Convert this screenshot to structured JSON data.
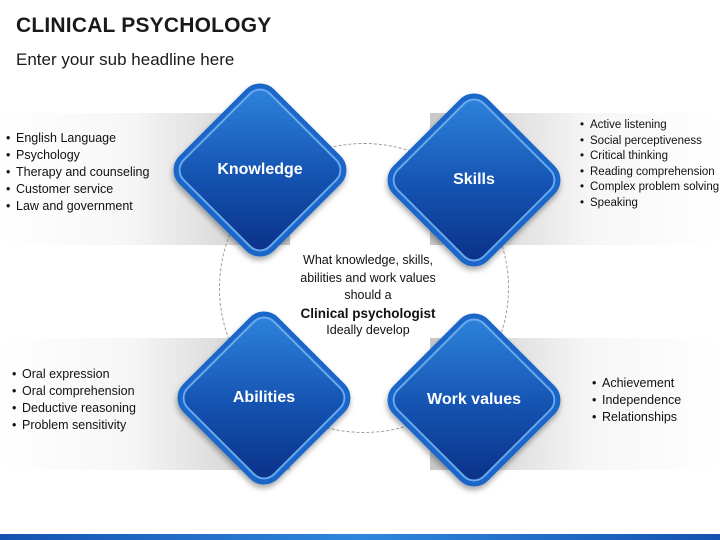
{
  "title": "CLINICAL PSYCHOLOGY",
  "subtitle": "Enter your sub headline here",
  "knowledge": {
    "label": "Knowledge",
    "items": [
      "English Language",
      "Psychology",
      "Therapy and counseling",
      "Customer service",
      "Law and government"
    ]
  },
  "skills": {
    "label": "Skills",
    "items": [
      "Active listening",
      "Social perceptiveness",
      "Critical thinking",
      "Reading comprehension",
      "Complex problem solving",
      "Speaking"
    ]
  },
  "abilities": {
    "label": "Abilities",
    "items": [
      "Oral expression",
      "Oral comprehension",
      "Deductive reasoning",
      "Problem sensitivity"
    ]
  },
  "work_values": {
    "label": "Work values",
    "items": [
      "Achievement",
      "Independence",
      "Relationships"
    ]
  },
  "center": {
    "line1": "What knowledge, skills,",
    "line2": "abilities and work values",
    "line3": "should a",
    "line4": "Clinical psychologist",
    "line5": "Ideally develop"
  },
  "colors": {
    "accent": "#1a66c9",
    "diamond_dark": "#0a2f84"
  }
}
